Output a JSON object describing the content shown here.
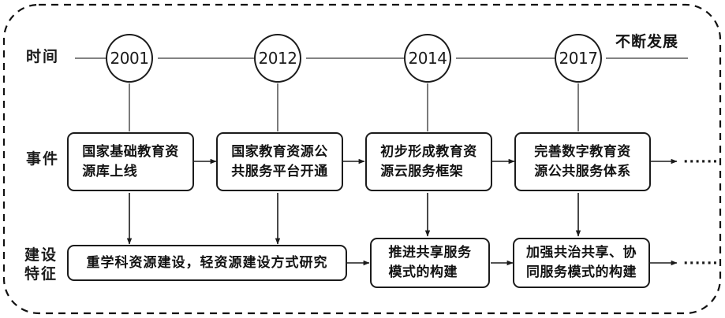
{
  "diagram": {
    "title_caption": "不断发展",
    "rows": [
      {
        "key": "time",
        "label": "时间"
      },
      {
        "key": "event",
        "label": "事件"
      },
      {
        "key": "feature",
        "label": "建设\n特征"
      }
    ],
    "timeline": {
      "years": [
        "2001",
        "2012",
        "2014",
        "2017"
      ]
    },
    "events": [
      {
        "text": "国家基础教育资\n源库上线"
      },
      {
        "text": "国家教育资源公\n共服务平台开通"
      },
      {
        "text": "初步形成教育资\n源云服务框架"
      },
      {
        "text": "完善数字教育资\n源公共服务体系"
      }
    ],
    "features": [
      {
        "text": "重学科资源建设，轻资源建设方式研究"
      },
      {
        "text": "推进共享服务\n模式的构建"
      },
      {
        "text": "加强共治共享、协\n同服务模式的构建"
      }
    ],
    "continuation_mark": "······",
    "colors": {
      "stroke": "#1b1b1b",
      "axis": "#4a4a4a",
      "background": "#ffffff"
    }
  }
}
